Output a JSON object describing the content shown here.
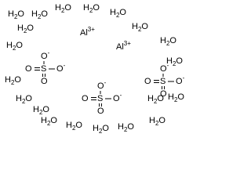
{
  "water_label": {
    "h": "H",
    "sub": "2",
    "o": "O"
  },
  "water_molecules": [
    {},
    {},
    {},
    {},
    {},
    {},
    {},
    {},
    {},
    {},
    {},
    {},
    {},
    {},
    {},
    {},
    {},
    {},
    {},
    {},
    {},
    {}
  ],
  "aluminum_ions": [
    {
      "symbol": "Al",
      "charge": "3+"
    },
    {
      "symbol": "Al",
      "charge": "3+"
    }
  ],
  "sulfate": {
    "sulfur": "S",
    "oxygen": "O",
    "charge": "-"
  },
  "sulfate_count": 3
}
